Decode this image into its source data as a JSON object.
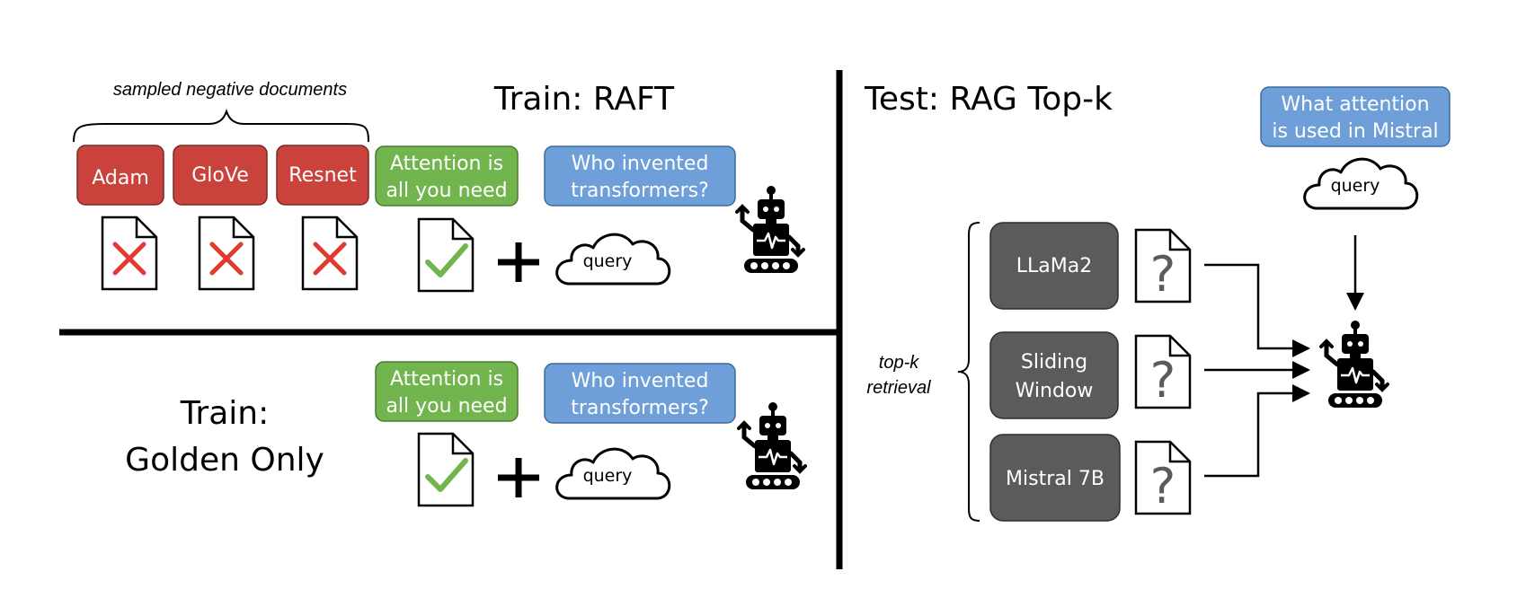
{
  "train_raft": {
    "title": "Train: RAFT",
    "negatives_caption": "sampled negative documents",
    "negatives": [
      "Adam",
      "GloVe",
      "Resnet"
    ],
    "golden_doc": [
      "Attention is",
      "all you need"
    ],
    "question": [
      "Who invented",
      "transformers?"
    ],
    "query_label": "query"
  },
  "train_golden": {
    "title": [
      "Train:",
      "Golden Only"
    ],
    "golden_doc": [
      "Attention is",
      "all you need"
    ],
    "question": [
      "Who invented",
      "transformers?"
    ],
    "query_label": "query"
  },
  "test": {
    "title": "Test: RAG Top-k",
    "question": [
      "What attention",
      "is used in Mistral"
    ],
    "query_label": "query",
    "retrieval_label": [
      "top-k",
      "retrieval"
    ],
    "retrieved": [
      [
        "LLaMa2"
      ],
      [
        "Sliding",
        "Window"
      ],
      [
        "Mistral 7B"
      ]
    ],
    "unknown_mark": "?"
  },
  "colors": {
    "negative": "#C9423B",
    "golden": "#72B44E",
    "question": "#6E9FD8",
    "retrieved": "#5B5B5B",
    "wrong": "#E03A32",
    "right": "#72B44E"
  }
}
